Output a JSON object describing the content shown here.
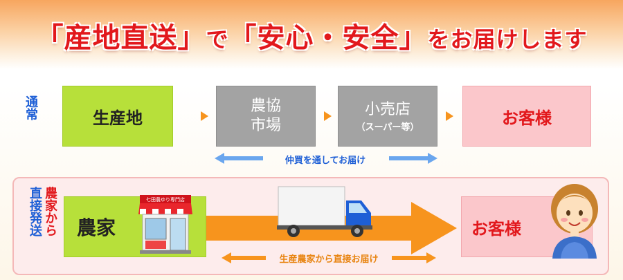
{
  "header": {
    "parts": [
      {
        "text": "「産地直送」",
        "style": "hl"
      },
      {
        "text": "で",
        "style": "plain"
      },
      {
        "text": "「安心・安全」",
        "style": "hl"
      },
      {
        "text": "をお届けします",
        "style": "plain"
      }
    ]
  },
  "normal": {
    "label": "通常",
    "producer": "生産地",
    "market_line1": "農協",
    "market_line2": "市場",
    "retailer": "小売店",
    "retailer_sub": "（スーパー等）",
    "customer": "お客様",
    "note": "仲買を通してお届け"
  },
  "direct": {
    "label_col1": "農家から",
    "label_col2": "直接発送",
    "farmer": "農家",
    "shop_sign": "七田農ゆり専門店",
    "customer": "お客様",
    "note": "生産農家から直接お届け"
  },
  "colors": {
    "title_red": "#e2181c",
    "label_blue": "#1e5fd6",
    "arrow_orange": "#f7941d",
    "arrow_blue": "#6aa6ee",
    "green_box": "#b7e03a",
    "gray_box": "#a3a3a3",
    "pink_box": "#fbc7cb"
  }
}
